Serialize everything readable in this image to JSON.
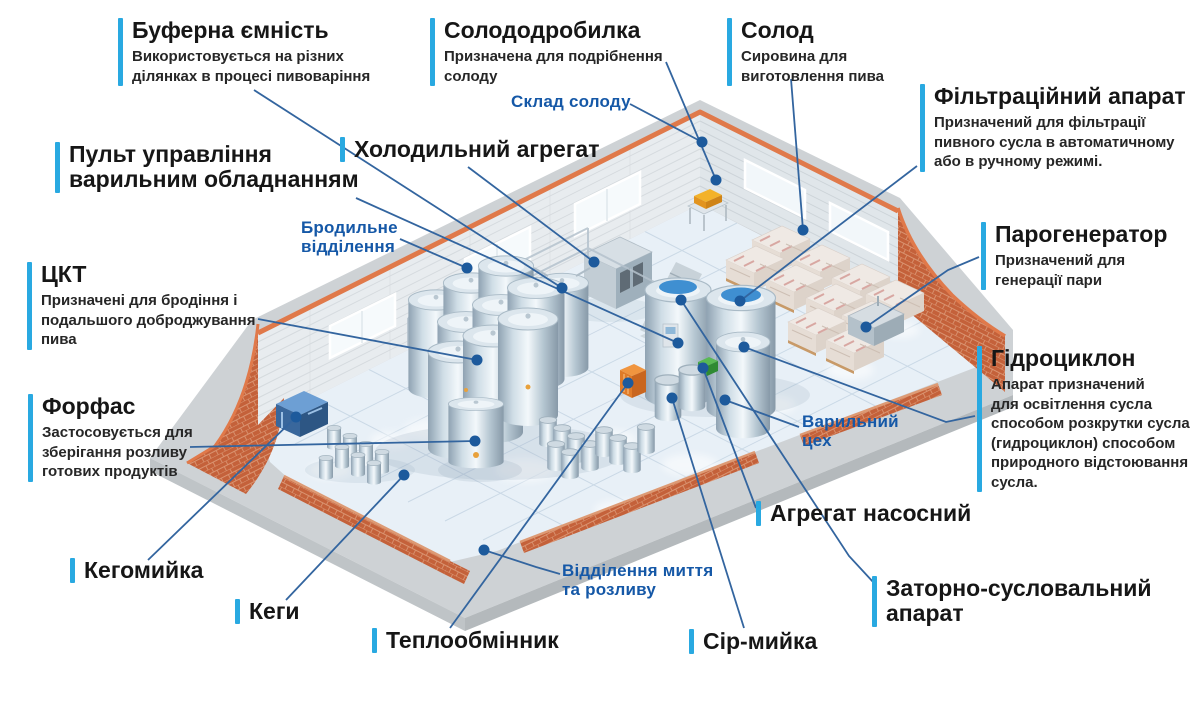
{
  "colors": {
    "accent_bar": "#29A9E1",
    "connector_line": "#33659F",
    "connector_dot": "#1D5A9C",
    "area_label": "#1558A7",
    "title_text": "#161616",
    "brick": "#C4613A",
    "roof_trim": "#E0794A",
    "floor_tile": "#E8F0F7",
    "wall_tile": "#E8ECEF"
  },
  "callouts": {
    "buferna": {
      "title": "Буферна ємність",
      "desc": "Використовується на різних\nділянках в процесі пивоваріння"
    },
    "solododrobylka": {
      "title": "Солододробилка",
      "desc": "Призначена для подрібнення\nсолоду"
    },
    "solod": {
      "title": "Солод",
      "desc": "Сировина для\nвиготовлення пива"
    },
    "filtratsiynyi": {
      "title": "Фільтраційний апарат",
      "desc": "Призначений для фільтрації\nпивного сусла в автоматичному\nабо в ручному режимі."
    },
    "pult": {
      "title": "Пульт управління\nварильним обладнанням",
      "desc": ""
    },
    "kholodylnyi": {
      "title": "Холодильний агрегат",
      "desc": ""
    },
    "tskt": {
      "title": "ЦКТ",
      "desc": "Призначені для бродіння і\nподальшого доброджування\nпива"
    },
    "parohenerator": {
      "title": "Парогенератор",
      "desc": "Призначений для\nгенерації пари"
    },
    "hidrotsyklon": {
      "title": "Гідроциклон",
      "desc": "Апарат призначений\nдля освітлення сусла\nспособом розкрутки сусла\n(гидроциклон) способом\nприродного відстоювання\nсусла."
    },
    "forfas": {
      "title": "Форфас",
      "desc": "Застосовується для\nзберігання розливу\nготових продуктів"
    },
    "kehomyika": {
      "title": "Кегомийка",
      "desc": ""
    },
    "kehy": {
      "title": "Кеги",
      "desc": ""
    },
    "teploobminnyk": {
      "title": "Теплообмінник",
      "desc": ""
    },
    "sir_myika": {
      "title": "Сір-мийка",
      "desc": ""
    },
    "ahrehat": {
      "title": "Агрегат насосний",
      "desc": ""
    },
    "zatorno": {
      "title": "Заторно-сусловальний\nапарат",
      "desc": ""
    }
  },
  "area_labels": {
    "sklad_solodu": {
      "text": "Склад солоду"
    },
    "brodylne": {
      "text": "Бродильне\nвідділення"
    },
    "varylnyi": {
      "text": "Варильний\nцех"
    },
    "viddilennia": {
      "text": "Відділення миття\nта розливу"
    }
  }
}
